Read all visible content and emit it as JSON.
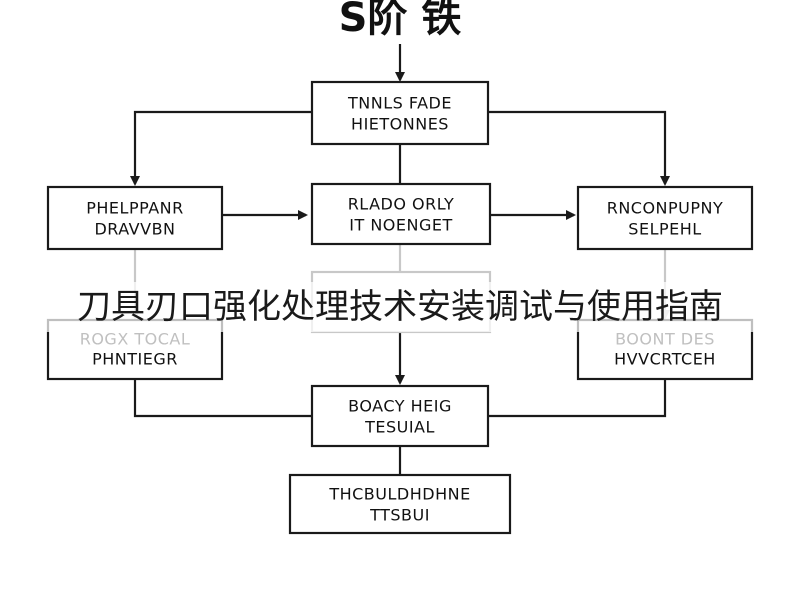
{
  "title": "S阶 铁",
  "caption": "刀具刃口强化处理技术安装调试与使用指南",
  "nodes": [
    {
      "id": "top",
      "lines": [
        "TNNLS FADE",
        "HIETONNES"
      ]
    },
    {
      "id": "left",
      "lines": [
        "PHELPPANR",
        "DRAVVBN"
      ]
    },
    {
      "id": "center",
      "lines": [
        "RLADO ORLY",
        "IT NOENGET"
      ]
    },
    {
      "id": "right",
      "lines": [
        "RNCONPUPNY",
        "SELPEHL"
      ]
    },
    {
      "id": "center_lower",
      "lines": [
        "",
        ""
      ]
    },
    {
      "id": "left_lower",
      "lines": [
        "ROGX TOCAL",
        "PHNTIEGR"
      ]
    },
    {
      "id": "right_lower",
      "lines": [
        "BOONT DES",
        "HVVCRTCEH"
      ]
    },
    {
      "id": "bottom",
      "lines": [
        "BOACY HEIG",
        "TESUIAL"
      ]
    },
    {
      "id": "final",
      "lines": [
        "THCBULDHDHNE",
        "TTSBUI"
      ]
    }
  ],
  "colors": {
    "line": "#1a1a1a",
    "faded": "#c8c8c8",
    "background": "#ffffff"
  }
}
